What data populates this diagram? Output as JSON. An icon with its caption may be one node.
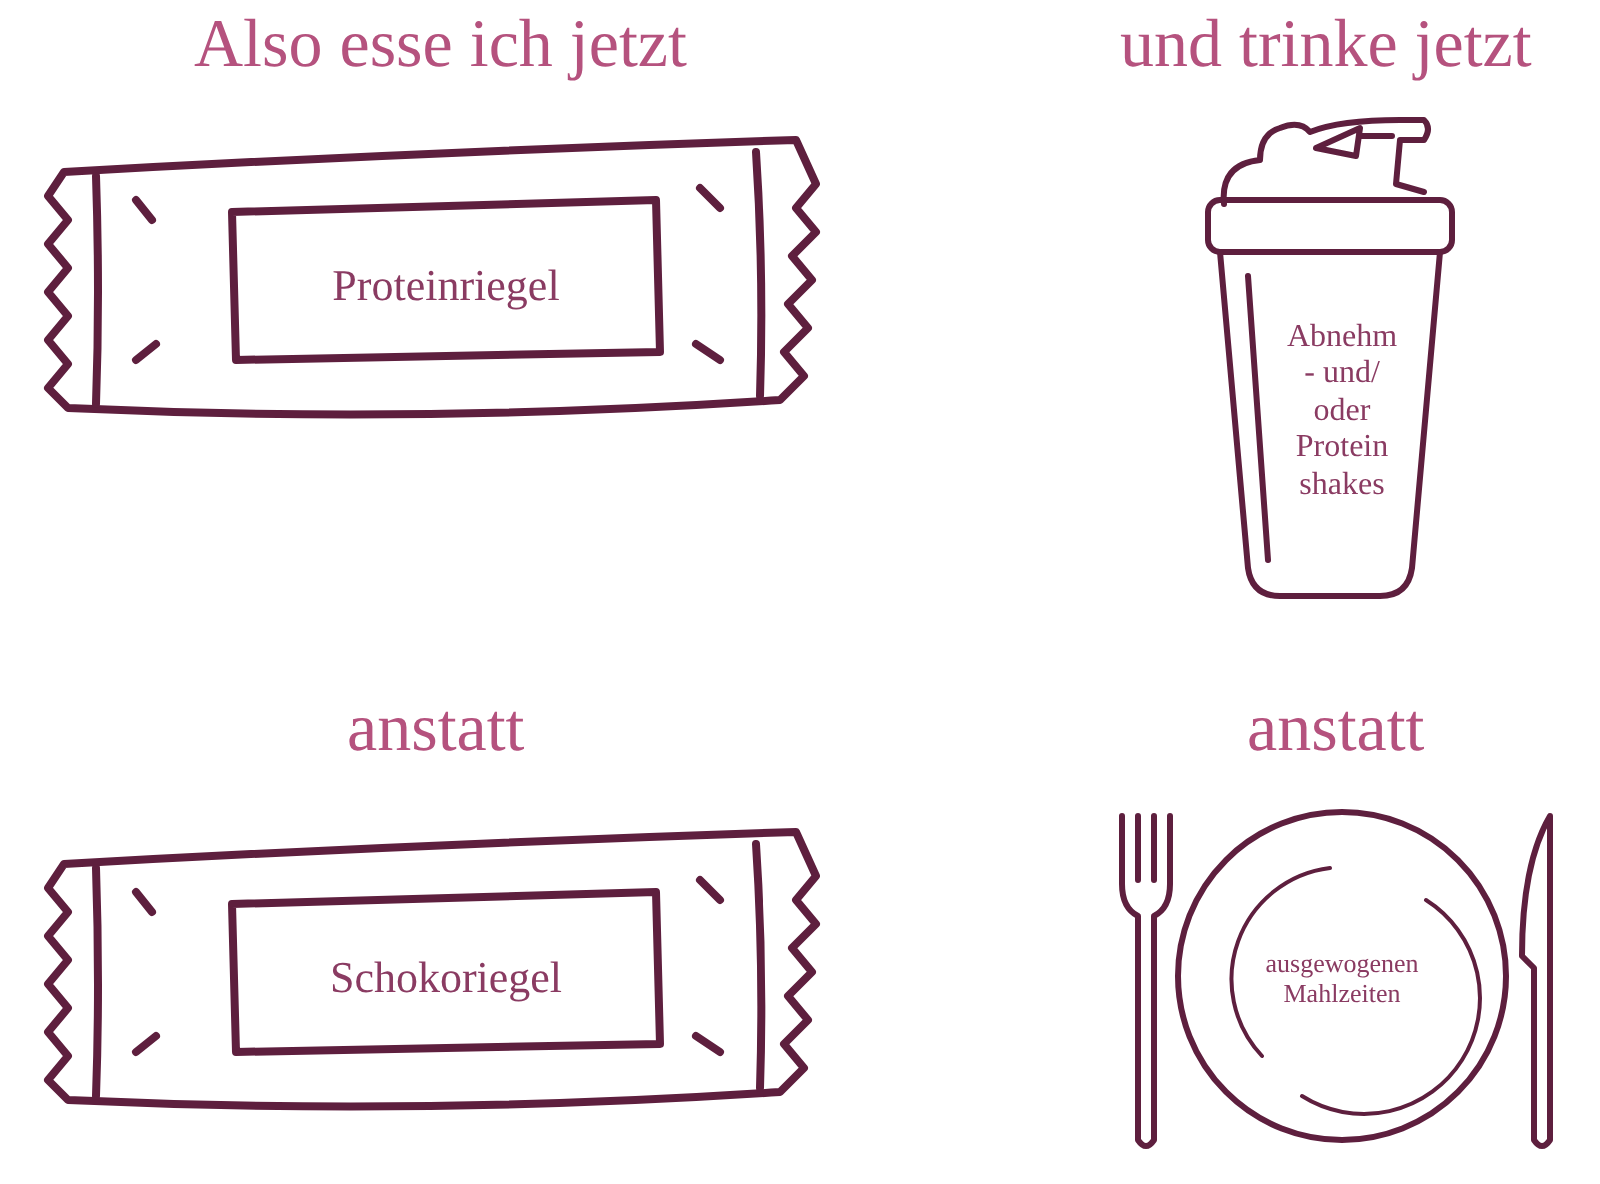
{
  "diagram": {
    "nodes": [
      {
        "text": [
          "Proteinriegel"
        ]
      },
      {
        "text": [
          "Abnehm - und/ oder Protein shakes"
        ]
      },
      {
        "text": [
          "Schokoriegel"
        ]
      },
      {
        "text": [
          "ausgewogenen Mahlzeiten"
        ]
      }
    ],
    "labels": [
      "Also esse ich jetzt",
      "und trinke jetzt",
      "anstatt",
      "anstatt"
    ]
  }
}
